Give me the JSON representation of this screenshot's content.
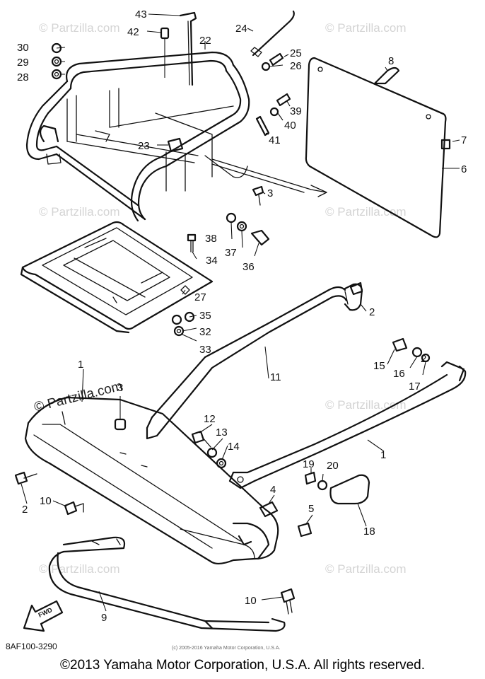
{
  "parts": [
    {
      "id": "p43",
      "label": "43"
    },
    {
      "id": "p42",
      "label": "42"
    },
    {
      "id": "p22",
      "label": "22"
    },
    {
      "id": "p24",
      "label": "24"
    },
    {
      "id": "p25",
      "label": "25"
    },
    {
      "id": "p26",
      "label": "26"
    },
    {
      "id": "p30",
      "label": "30"
    },
    {
      "id": "p29",
      "label": "29"
    },
    {
      "id": "p28",
      "label": "28"
    },
    {
      "id": "p8",
      "label": "8"
    },
    {
      "id": "p39",
      "label": "39"
    },
    {
      "id": "p40",
      "label": "40"
    },
    {
      "id": "p41",
      "label": "41"
    },
    {
      "id": "p7",
      "label": "7"
    },
    {
      "id": "p6",
      "label": "6"
    },
    {
      "id": "p23",
      "label": "23"
    },
    {
      "id": "p3a",
      "label": "3"
    },
    {
      "id": "p38",
      "label": "38"
    },
    {
      "id": "p37",
      "label": "37"
    },
    {
      "id": "p36",
      "label": "36"
    },
    {
      "id": "p34",
      "label": "34"
    },
    {
      "id": "p27",
      "label": "27"
    },
    {
      "id": "p35",
      "label": "35"
    },
    {
      "id": "p32",
      "label": "32"
    },
    {
      "id": "p33",
      "label": "33"
    },
    {
      "id": "p2a",
      "label": "2"
    },
    {
      "id": "p11",
      "label": "11"
    },
    {
      "id": "p15",
      "label": "15"
    },
    {
      "id": "p16",
      "label": "16"
    },
    {
      "id": "p2b",
      "label": "2"
    },
    {
      "id": "p17",
      "label": "17"
    },
    {
      "id": "p1a",
      "label": "1"
    },
    {
      "id": "p3b",
      "label": "3"
    },
    {
      "id": "p12",
      "label": "12"
    },
    {
      "id": "p13",
      "label": "13"
    },
    {
      "id": "p14",
      "label": "14"
    },
    {
      "id": "p1b",
      "label": "1"
    },
    {
      "id": "p19",
      "label": "19"
    },
    {
      "id": "p20",
      "label": "20"
    },
    {
      "id": "p2c",
      "label": "2"
    },
    {
      "id": "p10a",
      "label": "10"
    },
    {
      "id": "p4",
      "label": "4"
    },
    {
      "id": "p5",
      "label": "5"
    },
    {
      "id": "p18",
      "label": "18"
    },
    {
      "id": "p10b",
      "label": "10"
    },
    {
      "id": "p9",
      "label": "9"
    }
  ],
  "watermark": "© Partzilla.com",
  "diagram_code": "8AF100-3290",
  "fwd_label": "FWD",
  "small_copyright": "(c) 2005-2016 Yamaha Motor Corporation, U.S.A.",
  "copyright": "©2013 Yamaha Motor Corporation, U.S.A. All rights reserved."
}
